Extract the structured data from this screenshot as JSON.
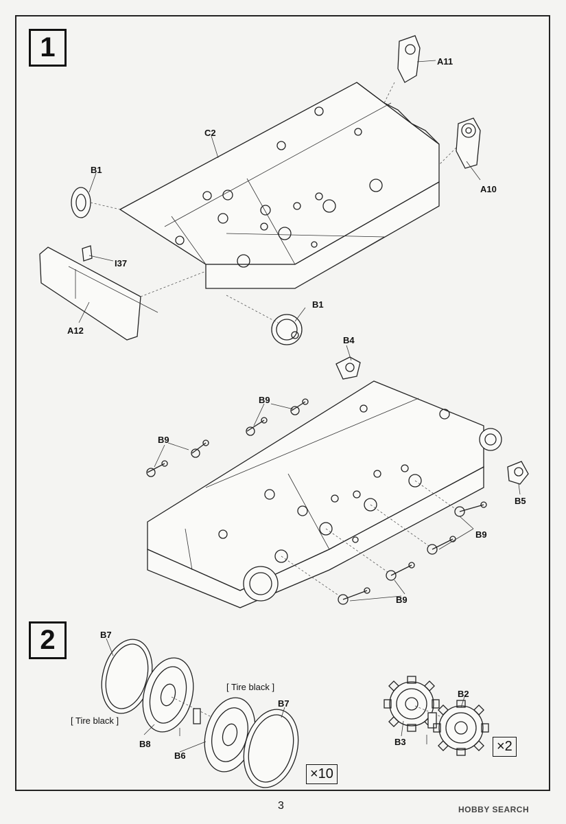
{
  "steps": [
    {
      "number": "1"
    },
    {
      "number": "2"
    }
  ],
  "step1": {
    "part_labels": {
      "a11": "A11",
      "c2": "C2",
      "a10": "A10",
      "b1_left": "B1",
      "i37": "I37",
      "a12": "A12",
      "b1_bottom": "B1",
      "b4": "B4",
      "b9_1": "B9",
      "b9_2": "B9",
      "b5": "B5",
      "b9_3": "B9",
      "b9_4": "B9"
    }
  },
  "step2": {
    "part_labels": {
      "b7_top": "B7",
      "b8": "B8",
      "b6": "B6",
      "b7_right": "B7",
      "b2": "B2",
      "b3": "B3"
    },
    "paint_notes": {
      "tire_black_left": "[ Tire black ]",
      "tire_black_right": "[ Tire black ]"
    },
    "quantities": {
      "road_wheels": "×10",
      "sprockets": "×2"
    }
  },
  "page_number": "3",
  "watermark": "HOBBY SEARCH"
}
